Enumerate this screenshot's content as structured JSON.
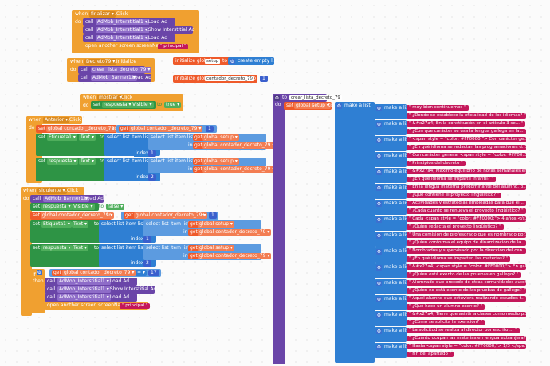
{
  "workspace": {
    "background": "#fbfbfb"
  },
  "colors": {
    "event": "#f0a030",
    "proc": "#6a45a8",
    "var": "#ef5a2a",
    "list": "#2f7fd3",
    "text": "#c4175a",
    "logic": "#4fae5c",
    "math": "#3a5fcd",
    "control": "#f0a030"
  },
  "finalizar_block": {
    "when": "when",
    "component": "finalizar",
    "event": ".Click",
    "do": "do",
    "call": "call",
    "c1_component": "AdMob_Interstitial1",
    "c1_method": ".Load Ad",
    "c2_component": "AdMob_Interstitial1",
    "c2_method": ".Show Interstitial Ad",
    "c3_component": "AdMob_Interstitial1",
    "c3_method": ".Load Ad",
    "open_screen": "open another screen  screenName",
    "screen_value": "principal"
  },
  "decreto_block": {
    "when": "when",
    "component": "Decreto79",
    "event": ".Initialize",
    "do": "do",
    "call": "call",
    "proc_name": "crear_lista_decreto_79",
    "c2_component": "AdMob_Banner1",
    "c2_method": ".Load Ad"
  },
  "globals": {
    "init1_label": "initialize global",
    "init1_name": "setup",
    "to": "to",
    "empty_list": "create empty list",
    "init2_label": "initialize global",
    "init2_name": "contador_decreto_79",
    "init2_value": "1"
  },
  "mostrar_block": {
    "when": "when",
    "component": "mostrar",
    "event": ".Click",
    "do": "do",
    "set": "set",
    "set_component": "respuesta",
    "set_prop": "Visible",
    "to": "to",
    "value": "true"
  },
  "anterior_block": {
    "when": "when",
    "component": "Anterior",
    "event": ".Click",
    "do": "do",
    "set_global": "set",
    "var_name": "global contador_decreto_79",
    "to": "to",
    "get_global": "get",
    "get_var": "global contador_decreto_79",
    "minus": "-",
    "minus_val": "1",
    "set": "set",
    "set1_component": "Etiqueta1",
    "set1_prop": "Text",
    "select_list": "select list item  list",
    "list_label": "list",
    "get": "get",
    "setup_var": "global setup",
    "index": "index",
    "idx1": "1",
    "set2_component": "respuesta",
    "set2_prop": "Text",
    "idx2": "2"
  },
  "siguiente_block": {
    "when": "when",
    "component": "siguiente",
    "event": ".Click",
    "do": "do",
    "call": "call",
    "c1_component": "AdMob_Banner1",
    "c1_method": ".Load Ad",
    "set": "set",
    "set_component": "respuesta",
    "set_prop": "Visible",
    "to": "to",
    "value": "false",
    "var_name": "global contador_decreto_79",
    "get": "get",
    "plus": "+",
    "plus_val": "1",
    "set1_component": "Etiqueta1",
    "set1_prop": "Text",
    "select_list": "select list item  list",
    "list_label": "list",
    "setup_var": "global setup",
    "index": "index",
    "idx1": "1",
    "set2_component": "respuesta",
    "set2_prop": "Text",
    "idx2": "2",
    "if": "if",
    "eq": "=",
    "eq_val": "17",
    "then": "then",
    "t1_component": "AdMob_Interstitial1",
    "t1_method": ".Load Ad",
    "t2_component": "AdMob_Interstitial1",
    "t2_method": ".Show Interstitial Ad",
    "t3_component": "AdMob_Interstitial1",
    "t3_method": ".Load Ad",
    "open_screen": "open another screen  screenName",
    "screen_value": "principal"
  },
  "procedure_block": {
    "to": "to",
    "name": "crear_lista_decreto_79",
    "do": "do",
    "set": "set",
    "var": "global setup",
    "to2": "to",
    "make_a_list": "make a list",
    "rows": [
      {
        "q": "muy bien continuemos",
        "a": "¿Donde se establece la oficialidad de los idiomas?"
      },
      {
        "q": "&#x27a4; En la constitución en el artículo 3 se...",
        "a": "¿Con que carácter se usa la lengua gallega en la..."
      },
      {
        "q": "<span style = \"color: #FF0000;\"> Con carácter ge...",
        "a": "¿En qué idioma se redactan las programaciones d..."
      },
      {
        "q": "Con carácter general <span style = \"color: #FF00...",
        "a": "Principios del decreto"
      },
      {
        "q": "&#x27a4; Máximo equilibrio de horas semanales en...",
        "a": "¿En que idioma se imparte infantil?"
      },
      {
        "q": "En la lengua materna predominante del alumno. p...",
        "a": "¿Que contiene el proyecto lingüístico?"
      },
      {
        "q": "Actividades y estrategias empleadas para que el ...",
        "a": "¿Cada cuanto se renueva el proyecto lingüístico?"
      },
      {
        "q": "Cada <span style = \"color: #FF0000;\"> 4 años </s...",
        "a": "¿Quien redacta el proyecto lingüístico?"
      },
      {
        "q": "Una comisión de profesorado que es nombrado por...",
        "a": "¿Quien conforma el equipo de dinamización de la ..."
      },
      {
        "q": "Nombrados y supervisado por la dirección del cen...",
        "a": "¿En qué idioma se imparten las materias?"
      },
      {
        "q": "&#x27a4; <span style = \"color: #FF0000;\"> En gal...",
        "a": "¿Quien está exento de las pruebas en gallego?"
      },
      {
        "q": "Alumnado que procede de otras comunidades autono...",
        "a": "¿Quien no está exento de las pruebas de gallego?"
      },
      {
        "q": "Aquel alumno que estuviera realizando estudios f...",
        "a": "¿Qué hace un alumno exento?"
      },
      {
        "q": "&#x27a4; Tiene que asistir a clases como medio p...",
        "a": "¿Cómo se solicita la exención?"
      },
      {
        "q": "La solicitud se realiza al director por escrito ...",
        "a": "¿Cuánto ocupan las materias en lengua extranjera?"
      },
      {
        "q": "Hasta <span style = \"color: #FF0000;\"> 1/3 </spa...",
        "a": "Fin del apartado"
      }
    ]
  }
}
